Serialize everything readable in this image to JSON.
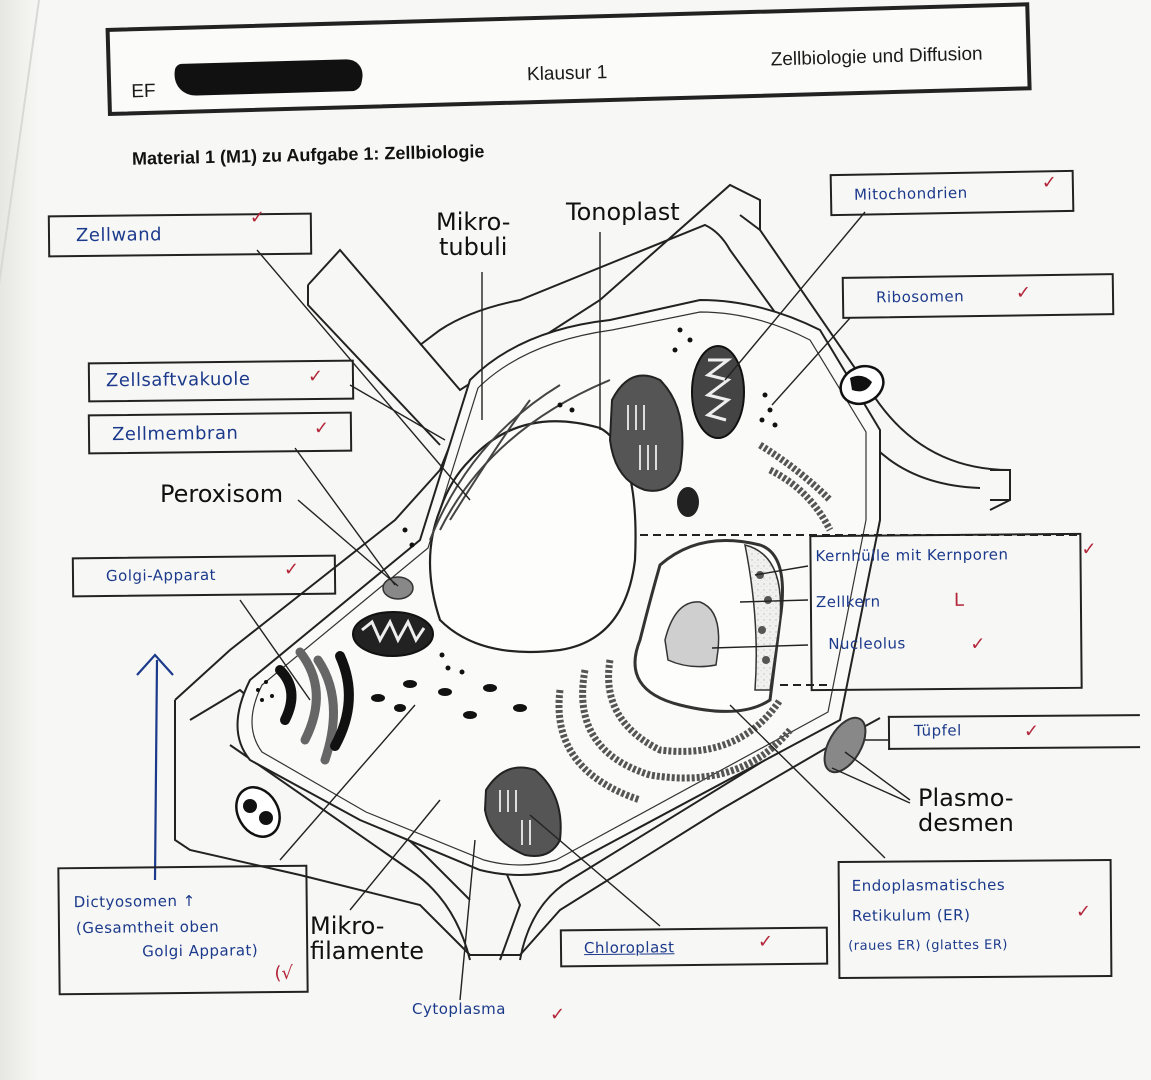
{
  "header": {
    "course": "EF",
    "exam": "Klausur 1",
    "topic": "Zellbiologie und Diffusion"
  },
  "material_title": "Material 1 (M1) zu Aufgabe 1: Zellbiologie",
  "printed_labels": {
    "mikrotubuli_1": "Mikro-",
    "mikrotubuli_2": "tubuli",
    "tonoplast": "Tonoplast",
    "peroxisom": "Peroxisom",
    "plasmodesmen_1": "Plasmo-",
    "plasmodesmen_2": "desmen",
    "mikrofilamente_1": "Mikro-",
    "mikrofilamente_2": "filamente"
  },
  "answers": {
    "zellwand": "Zellwand",
    "zellsaftvakuole": "Zellsaftvakuole",
    "zellmembran": "Zellmembran",
    "golgi": "Golgi-Apparat",
    "mitochondrien": "Mitochondrien",
    "ribosomen": "Ribosomen",
    "kernhuelle": "Kernhülle mit Kernporen",
    "zellkern": "Zellkern",
    "nucleolus": "Nucleolus",
    "tuepfel": "Tüpfel",
    "er_1": "Endoplasmatisches",
    "er_2": "Retikulum (ER)",
    "er_3": "(raues ER)  (glattes ER)",
    "chloroplast": "Chloroplast",
    "cytoplasma": "Cytoplasma",
    "dictyosomen_1": "Dictyosomen ↑",
    "dictyosomen_2": "(Gesamtheit oben",
    "dictyosomen_3": "Golgi Apparat)"
  },
  "marks": {
    "check": "✓",
    "partial": "ᒪ",
    "dictyosomen_mark": "(√"
  },
  "colors": {
    "ink_blue": "#1c3a8c",
    "correction_red": "#b3263a"
  }
}
